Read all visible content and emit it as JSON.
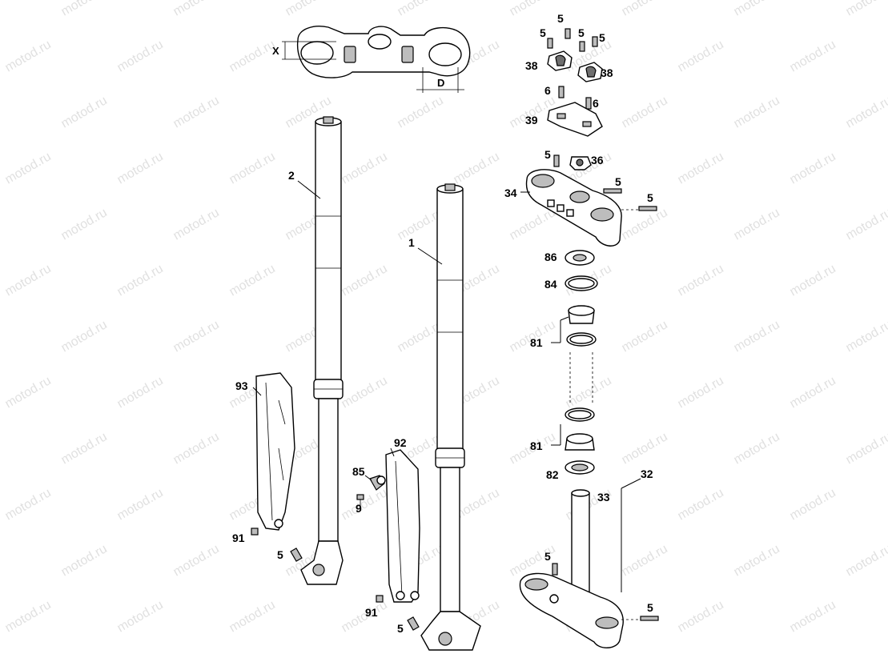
{
  "watermark": "motod.ru",
  "dimensions": {
    "x": "X",
    "d": "D"
  },
  "callouts": [
    {
      "id": "c-5-top-a",
      "text": "5"
    },
    {
      "id": "c-5-top-b",
      "text": "5"
    },
    {
      "id": "c-5-top-c",
      "text": "5"
    },
    {
      "id": "c-5-top-d",
      "text": "5"
    },
    {
      "id": "c-38-left",
      "text": "38"
    },
    {
      "id": "c-38-right",
      "text": "38"
    },
    {
      "id": "c-6-left",
      "text": "6"
    },
    {
      "id": "c-6-right",
      "text": "6"
    },
    {
      "id": "c-39",
      "text": "39"
    },
    {
      "id": "c-5-crown",
      "text": "5"
    },
    {
      "id": "c-36",
      "text": "36"
    },
    {
      "id": "c-5-crown-mid",
      "text": "5"
    },
    {
      "id": "c-34",
      "text": "34"
    },
    {
      "id": "c-5-crown-right",
      "text": "5"
    },
    {
      "id": "c-86",
      "text": "86"
    },
    {
      "id": "c-84",
      "text": "84"
    },
    {
      "id": "c-81-upper",
      "text": "81"
    },
    {
      "id": "c-81-lower",
      "text": "81"
    },
    {
      "id": "c-82",
      "text": "82"
    },
    {
      "id": "c-32",
      "text": "32"
    },
    {
      "id": "c-33",
      "text": "33"
    },
    {
      "id": "c-5-lowerclamp",
      "text": "5"
    },
    {
      "id": "c-5-lowerclamp-right",
      "text": "5"
    },
    {
      "id": "c-2",
      "text": "2"
    },
    {
      "id": "c-1",
      "text": "1"
    },
    {
      "id": "c-93",
      "text": "93"
    },
    {
      "id": "c-92",
      "text": "92"
    },
    {
      "id": "c-85",
      "text": "85"
    },
    {
      "id": "c-9",
      "text": "9"
    },
    {
      "id": "c-91-left",
      "text": "91"
    },
    {
      "id": "c-5-left-axle",
      "text": "5"
    },
    {
      "id": "c-91-right",
      "text": "91"
    },
    {
      "id": "c-5-right-axle",
      "text": "5"
    }
  ]
}
